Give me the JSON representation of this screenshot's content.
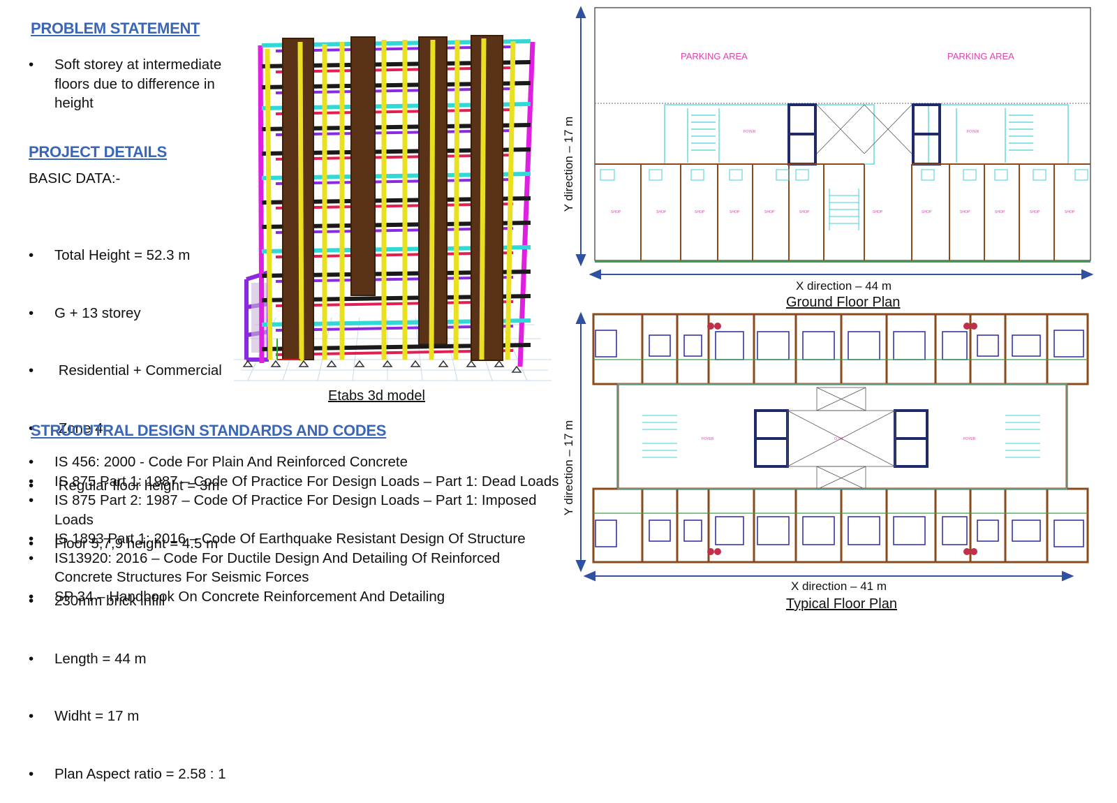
{
  "problem": {
    "heading": "PROBLEM STATEMENT",
    "items": [
      "Soft storey at intermediate floors due to difference in height"
    ]
  },
  "project": {
    "heading": "PROJECT DETAILS",
    "basic_label": "BASIC DATA:-",
    "items": [
      "Total Height = 52.3 m",
      "G + 13 storey",
      " Residential + Commercial",
      " Zone 4",
      " Regular floor height = 3m",
      "Floor 5,7,9 height = 4.5 m",
      "230mm brick infill",
      "Length = 44 m",
      "Widht = 17 m",
      "Plan Aspect ratio = 2.58 : 1"
    ]
  },
  "codes": {
    "heading": "STRUCUTRAL DESIGN STANDARDS AND CODES",
    "items": [
      "IS 456: 2000 - Code For Plain And Reinforced Concrete",
      "IS 875 Part 1: 1987 – Code Of Practice For Design Loads – Part 1: Dead Loads",
      "IS 875 Part 2: 1987 – Code Of Practice For Design Loads – Part 1: Imposed Loads",
      "IS 1893 Part 1: 2016 – Code Of Earthquake Resistant Design Of Structure",
      "IS13920: 2016 – Code For Ductile Design And Detailing Of Reinforced Concrete Structures For Seismic Forces",
      "SP 34 – Handbook On Concrete Reinforcement And Detailing"
    ]
  },
  "model": {
    "caption": "Etabs 3d model"
  },
  "ground_plan": {
    "caption": "Ground Floor Plan",
    "x_label": "X direction – 44 m",
    "y_label": "Y direction – 17 m",
    "parking_left": "PARKING AREA",
    "parking_right": "PARKING AREA"
  },
  "typical_plan": {
    "caption": "Typical Floor Plan",
    "x_label": "X direction – 41 m",
    "y_label": "Y direction – 17 m"
  },
  "colors": {
    "heading": "#3a66b8",
    "column_yellow": "#e8e020",
    "beam_cyan": "#30d8d8",
    "frame_magenta": "#e020e0",
    "column_brown": "#5a3218",
    "plan_brown": "#8b4a1c",
    "plan_blue": "#2828a0",
    "parking_pink": "#e040b0"
  }
}
